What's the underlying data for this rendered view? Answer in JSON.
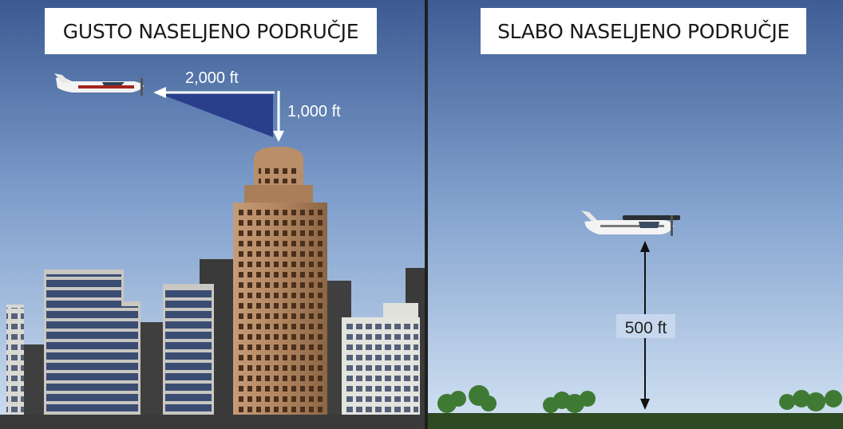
{
  "panels": {
    "left": {
      "title": "GUSTO NASELJENO PODRUČJE"
    },
    "right": {
      "title": "SLABO NASELJENO PODRUČJE"
    }
  },
  "labels": {
    "horizontal_distance": "2,000 ft",
    "vertical_distance_dense": "1,000 ft",
    "vertical_distance_sparse": "500 ft"
  },
  "colors": {
    "sky_top": "#3b5a92",
    "sky_bottom": "#cfdff1",
    "ground": "#2e4a22",
    "triangle": "#2a3f8c"
  }
}
